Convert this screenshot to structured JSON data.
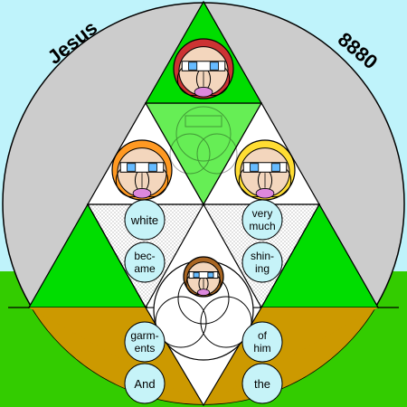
{
  "corner_texts": {
    "left": "Jesus",
    "right": "8880"
  },
  "word_bubbles": {
    "white": [
      "white"
    ],
    "became": [
      "bec-",
      "ame"
    ],
    "very_much": [
      "very",
      "much"
    ],
    "shining": [
      "shin-",
      "ing"
    ],
    "garments": [
      "garm-",
      "ents"
    ],
    "and": [
      "And"
    ],
    "of_him": [
      "of",
      "him"
    ],
    "the": [
      "the"
    ]
  },
  "colors": {
    "sky": "#bff3fb",
    "disc": "#cccccc",
    "grass": "#33cc00",
    "earth": "#cc9900",
    "triangle_green": "#00dd00",
    "ghost_green": "#66ee55",
    "bubble": "#c6f3f8",
    "hair_red": "#cc3333",
    "hair_orange": "#ff9922",
    "hair_yellow": "#ffdd33",
    "hair_brown": "#aa6622",
    "skin": "#f3d6bd",
    "mouth": "#dd88dd",
    "eye": "#66bbff"
  },
  "figures": [
    {
      "id": "top-face",
      "hair": "hair_red"
    },
    {
      "id": "left-face",
      "hair": "hair_orange"
    },
    {
      "id": "right-face",
      "hair": "hair_yellow"
    },
    {
      "id": "center-face",
      "hair": "hair_brown"
    }
  ]
}
